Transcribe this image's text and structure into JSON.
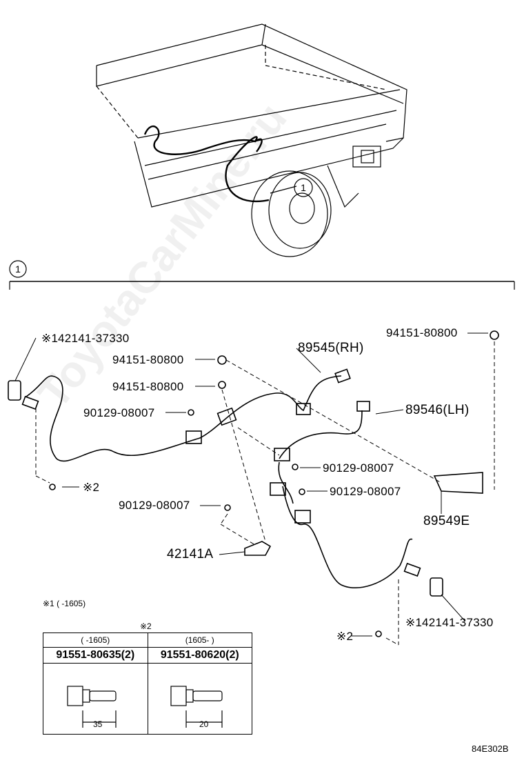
{
  "diagram": {
    "callout": "1",
    "section_marker": "1",
    "parts": {
      "sensor_front": "42141-37330",
      "sensor_rear": "42141-37330",
      "nut_a": "94151-80800",
      "nut_b": "94151-80800",
      "nut_c": "94151-80800",
      "bolt_a": "90129-08007",
      "bolt_b": "90129-08007",
      "bolt_c": "90129-08007",
      "bolt_d": "90129-08007",
      "harness_rh": "89545(RH)",
      "harness_lh": "89546(LH)",
      "bracket_e": "89549E",
      "bracket_a": "42141A"
    },
    "marks": {
      "note1": "※1",
      "note2": "※2",
      "note1_range": "※1 (     -1605)",
      "note2_label": "※2"
    },
    "spec_table": {
      "col1_range": "(     -1605)",
      "col2_range": "(1605-     )",
      "col1_part": "91551-80635(2)",
      "col2_part": "91551-80620(2)",
      "col1_length": "35",
      "col2_length": "20"
    },
    "code": "84E302B",
    "watermark": "ToyotaCarMine.ru"
  }
}
